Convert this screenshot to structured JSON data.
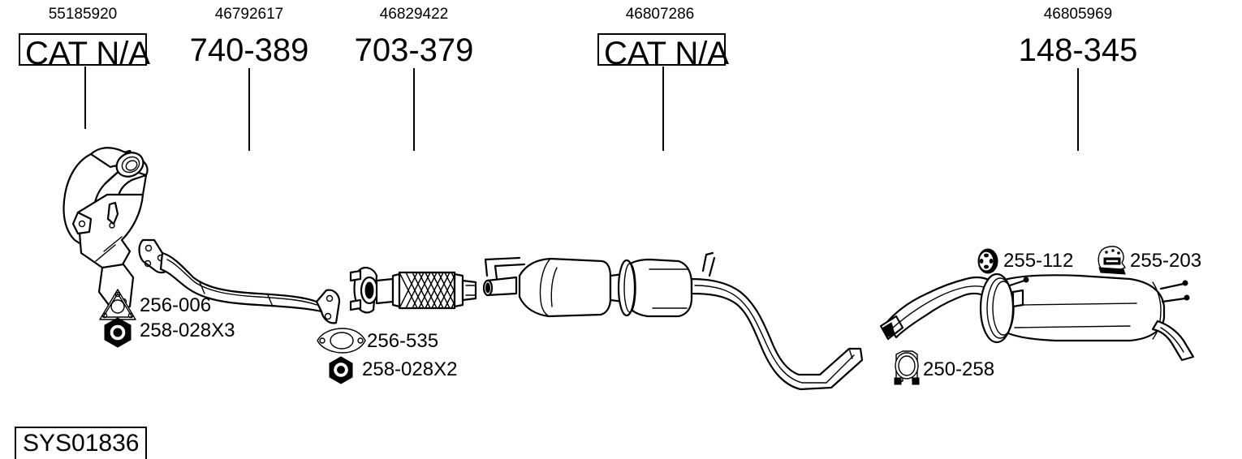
{
  "diagram": {
    "title_code": "SYS01836",
    "top_parts": [
      {
        "ref": "55185920",
        "code": "CAT N/A",
        "boxed": true,
        "name": "catalytic-converter-front"
      },
      {
        "ref": "46792617",
        "code": "740-389",
        "boxed": false,
        "name": "front-pipe"
      },
      {
        "ref": "46829422",
        "code": "703-379",
        "boxed": false,
        "name": "flex-pipe"
      },
      {
        "ref": "46807286",
        "code": "CAT N/A",
        "boxed": true,
        "name": "catalytic-converter-center"
      },
      {
        "ref": "46805969",
        "code": "148-345",
        "boxed": false,
        "name": "rear-muffler"
      }
    ],
    "accessories": [
      {
        "code": "256-006",
        "icon": "triangular-gasket-icon",
        "name": "gasket-256-006"
      },
      {
        "code": "258-028X3",
        "icon": "hex-nut-icon",
        "name": "nut-258-028x3"
      },
      {
        "code": "256-535",
        "icon": "oval-gasket-icon",
        "name": "gasket-256-535"
      },
      {
        "code": "258-028X2",
        "icon": "hex-nut-icon",
        "name": "nut-258-028x2"
      },
      {
        "code": "255-112",
        "icon": "rubber-hanger-icon",
        "name": "hanger-255-112"
      },
      {
        "code": "255-203",
        "icon": "mounting-bracket-icon",
        "name": "bracket-255-203"
      },
      {
        "code": "250-258",
        "icon": "u-bolt-clamp-icon",
        "name": "clamp-250-258"
      }
    ],
    "colors": {
      "line": "#000000",
      "background": "#ffffff"
    }
  }
}
